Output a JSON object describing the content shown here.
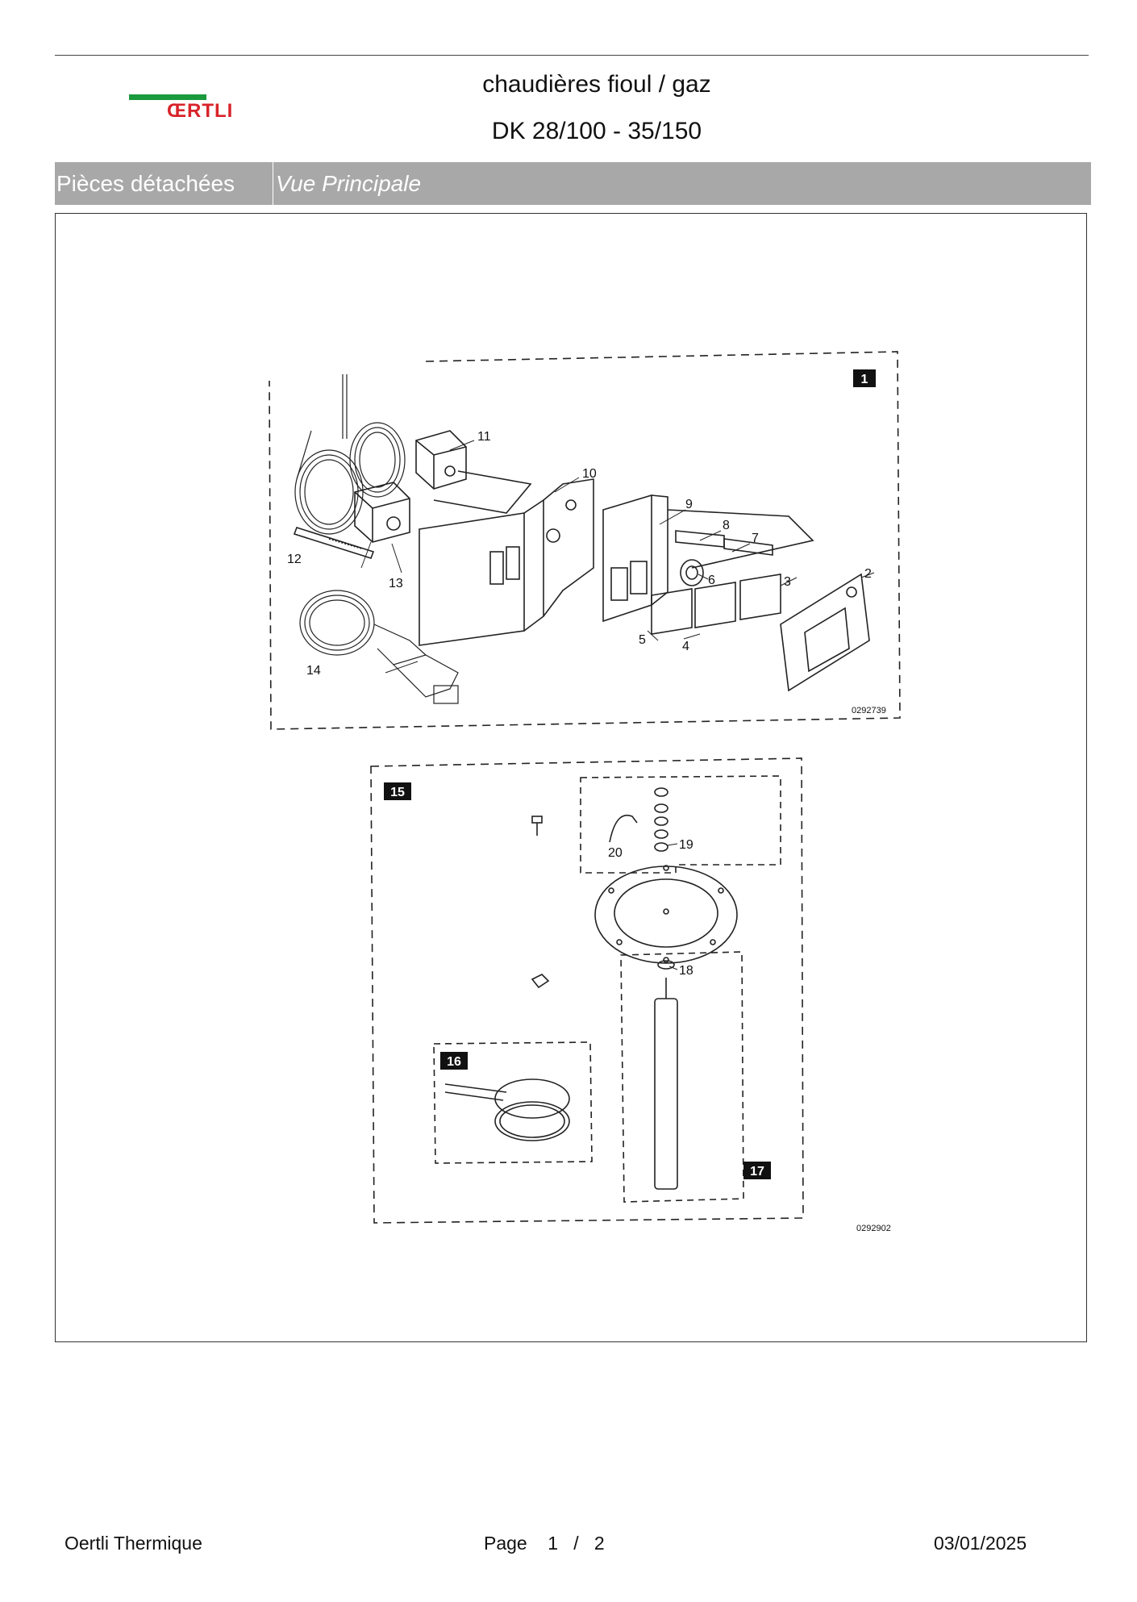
{
  "header": {
    "logo_text": "ŒRTLI",
    "title_line1": "chaudières fioul / gaz",
    "title_line2": "DK 28/100 - 35/150"
  },
  "band": {
    "section_label": "Pièces détachées",
    "view_label": "Vue Principale"
  },
  "diagram": {
    "top_group": {
      "box_label": "1",
      "code": "0292739",
      "callouts": [
        "11",
        "10",
        "9",
        "8",
        "7",
        "12",
        "13",
        "6",
        "3",
        "2",
        "5",
        "4",
        "14"
      ]
    },
    "bottom_group": {
      "box_label": "15",
      "subbox_16": "16",
      "subbox_17": "17",
      "code": "0292902",
      "callouts": [
        "20",
        "19",
        "18"
      ]
    }
  },
  "footer": {
    "company": "Oertli Thermique",
    "page_prefix": "Page",
    "page_current": "1",
    "page_sep": "/",
    "page_total": "2",
    "date": "03/01/2025"
  }
}
